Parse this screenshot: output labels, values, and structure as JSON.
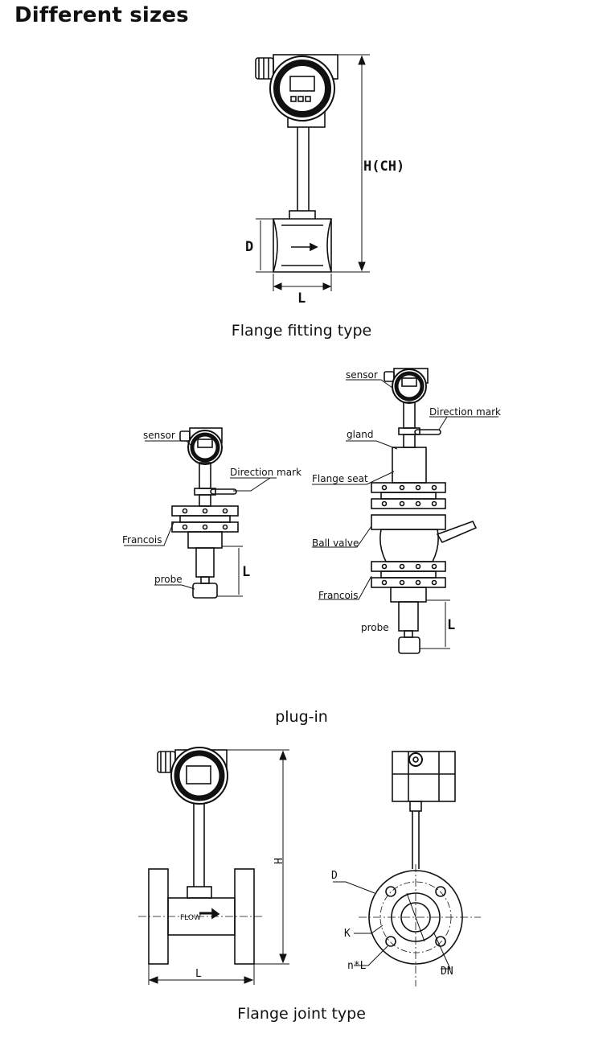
{
  "page": {
    "title": "Different sizes",
    "captions": {
      "fitting": "Flange fitting type",
      "plugin": "plug-in",
      "joint": "Flange joint type"
    }
  },
  "fig1": {
    "height": "H(CH)",
    "diameter": "D",
    "length": "L"
  },
  "fig2": {
    "sensor": "sensor",
    "direction": "Direction mark",
    "francois": "Francois",
    "probe": "probe",
    "length": "L"
  },
  "fig3": {
    "sensor": "sensor",
    "direction": "Direction mark",
    "gland": "gland",
    "flange_seat": "Flange seat",
    "ball_valve": "Ball valve",
    "francois": "Francois",
    "probe": "probe",
    "length": "L"
  },
  "fig4": {
    "height": "H",
    "length": "L",
    "flow": "FLOW"
  },
  "fig5": {
    "d": "D",
    "k": "K",
    "nl": "n*L",
    "dn": "DN"
  }
}
